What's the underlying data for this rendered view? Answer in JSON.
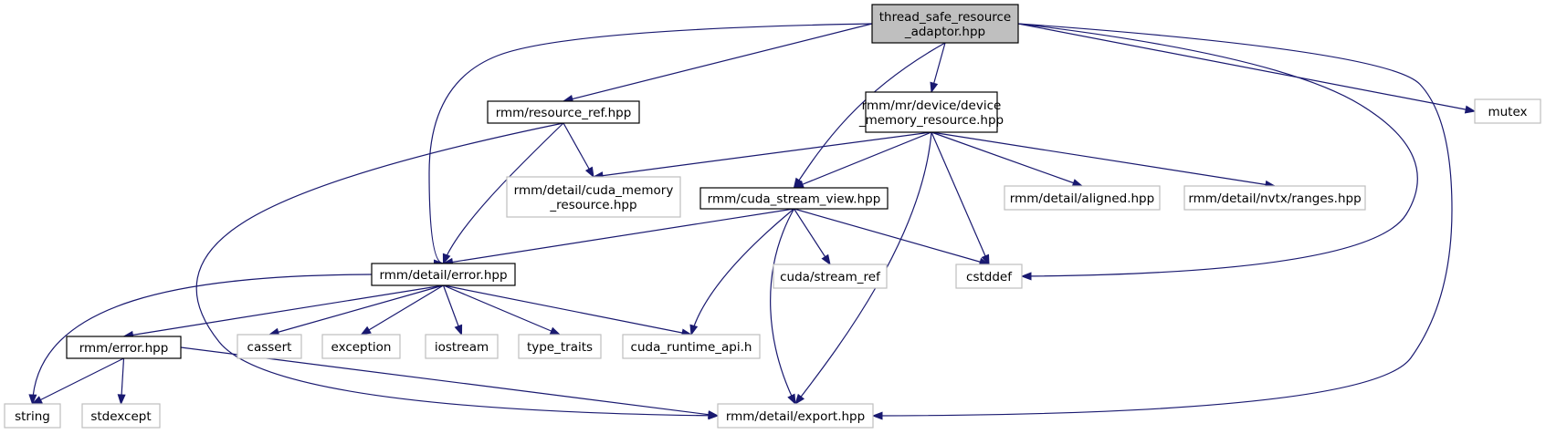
{
  "colors": {
    "edge": "#191970",
    "root_fill": "#bfbfbf",
    "documented_border": "#000000",
    "external_border": "#bfbfbf",
    "node_fill": "#ffffff"
  },
  "nodes": [
    {
      "id": "root",
      "kind": "root",
      "lines": [
        "thread_safe_resource",
        "_adaptor.hpp"
      ]
    },
    {
      "id": "resource_ref",
      "kind": "documented",
      "lines": [
        "rmm/resource_ref.hpp"
      ]
    },
    {
      "id": "device_mr",
      "kind": "documented",
      "lines": [
        "rmm/mr/device/device",
        "_memory_resource.hpp"
      ]
    },
    {
      "id": "mutex",
      "kind": "external",
      "lines": [
        "mutex"
      ]
    },
    {
      "id": "cuda_mr",
      "kind": "external",
      "lines": [
        "rmm/detail/cuda_memory",
        "_resource.hpp"
      ]
    },
    {
      "id": "cuda_stream_view",
      "kind": "documented",
      "lines": [
        "rmm/cuda_stream_view.hpp"
      ]
    },
    {
      "id": "aligned",
      "kind": "external",
      "lines": [
        "rmm/detail/aligned.hpp"
      ]
    },
    {
      "id": "nvtx",
      "kind": "external",
      "lines": [
        "rmm/detail/nvtx/ranges.hpp"
      ]
    },
    {
      "id": "cuda_stream_ref",
      "kind": "external",
      "lines": [
        "cuda/stream_ref"
      ]
    },
    {
      "id": "cstddef",
      "kind": "external",
      "lines": [
        "cstddef"
      ]
    },
    {
      "id": "detail_error",
      "kind": "documented",
      "lines": [
        "rmm/detail/error.hpp"
      ]
    },
    {
      "id": "rmm_error",
      "kind": "documented",
      "lines": [
        "rmm/error.hpp"
      ]
    },
    {
      "id": "cassert",
      "kind": "external",
      "lines": [
        "cassert"
      ]
    },
    {
      "id": "exception",
      "kind": "external",
      "lines": [
        "exception"
      ]
    },
    {
      "id": "iostream",
      "kind": "external",
      "lines": [
        "iostream"
      ]
    },
    {
      "id": "type_traits",
      "kind": "external",
      "lines": [
        "type_traits"
      ]
    },
    {
      "id": "cuda_runtime",
      "kind": "external",
      "lines": [
        "cuda_runtime_api.h"
      ]
    },
    {
      "id": "string",
      "kind": "external",
      "lines": [
        "string"
      ]
    },
    {
      "id": "stdexcept",
      "kind": "external",
      "lines": [
        "stdexcept"
      ]
    },
    {
      "id": "export",
      "kind": "external",
      "lines": [
        "rmm/detail/export.hpp"
      ]
    }
  ],
  "edges": [
    {
      "from": "root",
      "to": "detail_error"
    },
    {
      "from": "root",
      "to": "resource_ref"
    },
    {
      "from": "root",
      "to": "cuda_stream_view"
    },
    {
      "from": "root",
      "to": "device_mr"
    },
    {
      "from": "root",
      "to": "cstddef"
    },
    {
      "from": "root",
      "to": "export"
    },
    {
      "from": "root",
      "to": "mutex"
    },
    {
      "from": "resource_ref",
      "to": "cuda_mr"
    },
    {
      "from": "resource_ref",
      "to": "detail_error"
    },
    {
      "from": "resource_ref",
      "to": "export"
    },
    {
      "from": "device_mr",
      "to": "cuda_mr"
    },
    {
      "from": "device_mr",
      "to": "cuda_stream_view"
    },
    {
      "from": "device_mr",
      "to": "aligned"
    },
    {
      "from": "device_mr",
      "to": "nvtx"
    },
    {
      "from": "device_mr",
      "to": "cstddef"
    },
    {
      "from": "device_mr",
      "to": "export"
    },
    {
      "from": "cuda_stream_view",
      "to": "detail_error"
    },
    {
      "from": "cuda_stream_view",
      "to": "cuda_stream_ref"
    },
    {
      "from": "cuda_stream_view",
      "to": "cstddef"
    },
    {
      "from": "cuda_stream_view",
      "to": "cuda_runtime"
    },
    {
      "from": "cuda_stream_view",
      "to": "export"
    },
    {
      "from": "detail_error",
      "to": "rmm_error"
    },
    {
      "from": "detail_error",
      "to": "cassert"
    },
    {
      "from": "detail_error",
      "to": "exception"
    },
    {
      "from": "detail_error",
      "to": "iostream"
    },
    {
      "from": "detail_error",
      "to": "type_traits"
    },
    {
      "from": "detail_error",
      "to": "cuda_runtime"
    },
    {
      "from": "detail_error",
      "to": "string"
    },
    {
      "from": "rmm_error",
      "to": "string"
    },
    {
      "from": "rmm_error",
      "to": "stdexcept"
    },
    {
      "from": "rmm_error",
      "to": "export"
    }
  ]
}
